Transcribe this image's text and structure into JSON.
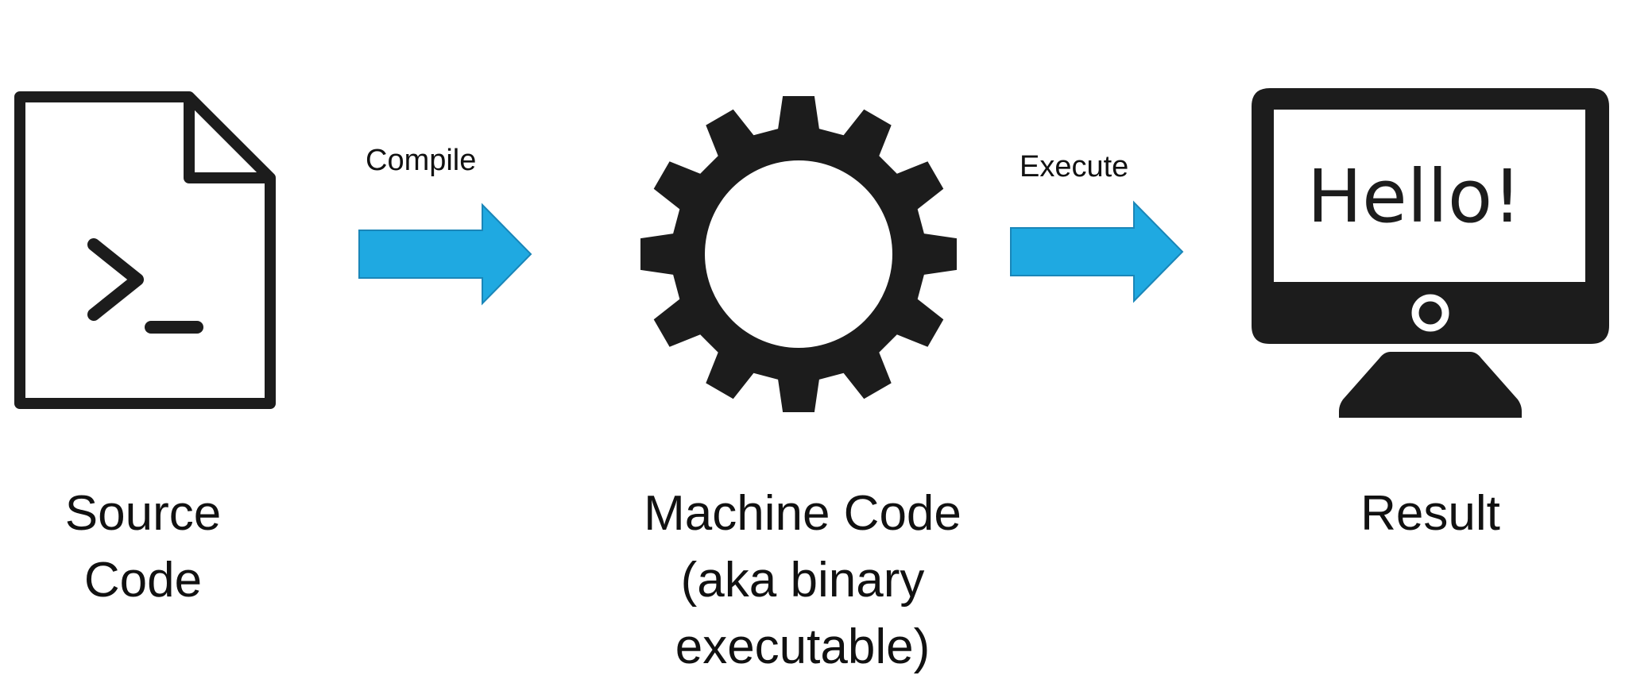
{
  "colors": {
    "arrow_fill": "#1fa9e1",
    "arrow_stroke": "#1a86b8",
    "icon_dark": "#1c1c1c",
    "background": "#ffffff"
  },
  "icons": {
    "source": "code-file-icon",
    "machine": "gear-icon",
    "result": "monitor-icon",
    "arrows": "right-arrow-icon"
  },
  "arrows": {
    "compile_label": "Compile",
    "execute_label": "Execute"
  },
  "monitor": {
    "screen_text": "Hello!"
  },
  "captions": {
    "source_line1": "Source",
    "source_line2": "Code",
    "machine_line1": "Machine Code",
    "machine_line2": "(aka binary",
    "machine_line3": "executable)",
    "result_line1": "Result"
  }
}
